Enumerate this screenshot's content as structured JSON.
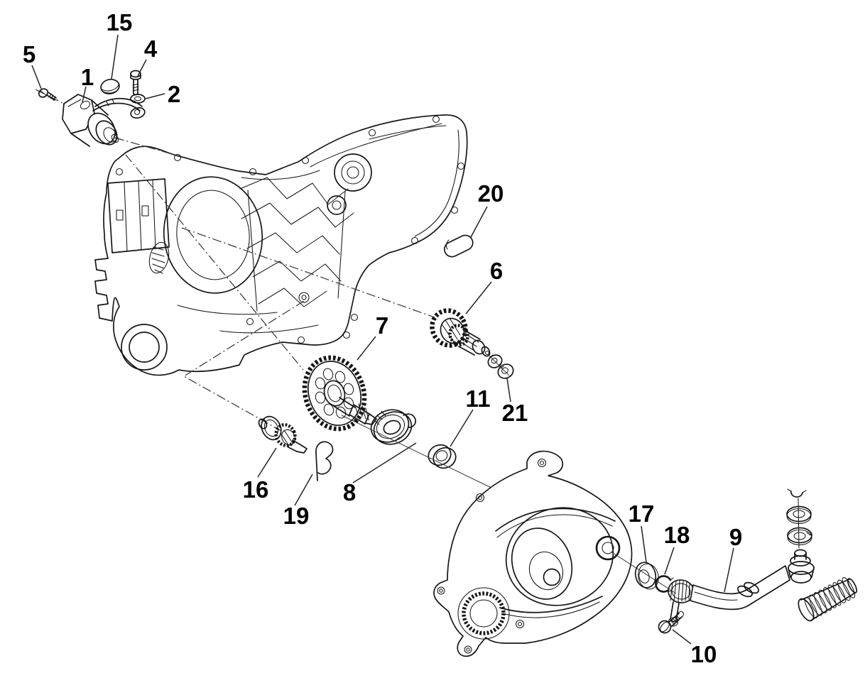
{
  "diagram": {
    "background_color": "#ffffff",
    "line_color": "#161616",
    "callouts": [
      {
        "label": "1"
      },
      {
        "label": "2"
      },
      {
        "label": "4"
      },
      {
        "label": "5"
      },
      {
        "label": "6"
      },
      {
        "label": "7"
      },
      {
        "label": "8"
      },
      {
        "label": "9"
      },
      {
        "label": "10"
      },
      {
        "label": "11"
      },
      {
        "label": "15"
      },
      {
        "label": "16"
      },
      {
        "label": "17"
      },
      {
        "label": "18"
      },
      {
        "label": "19"
      },
      {
        "label": "20"
      },
      {
        "label": "21"
      }
    ]
  }
}
